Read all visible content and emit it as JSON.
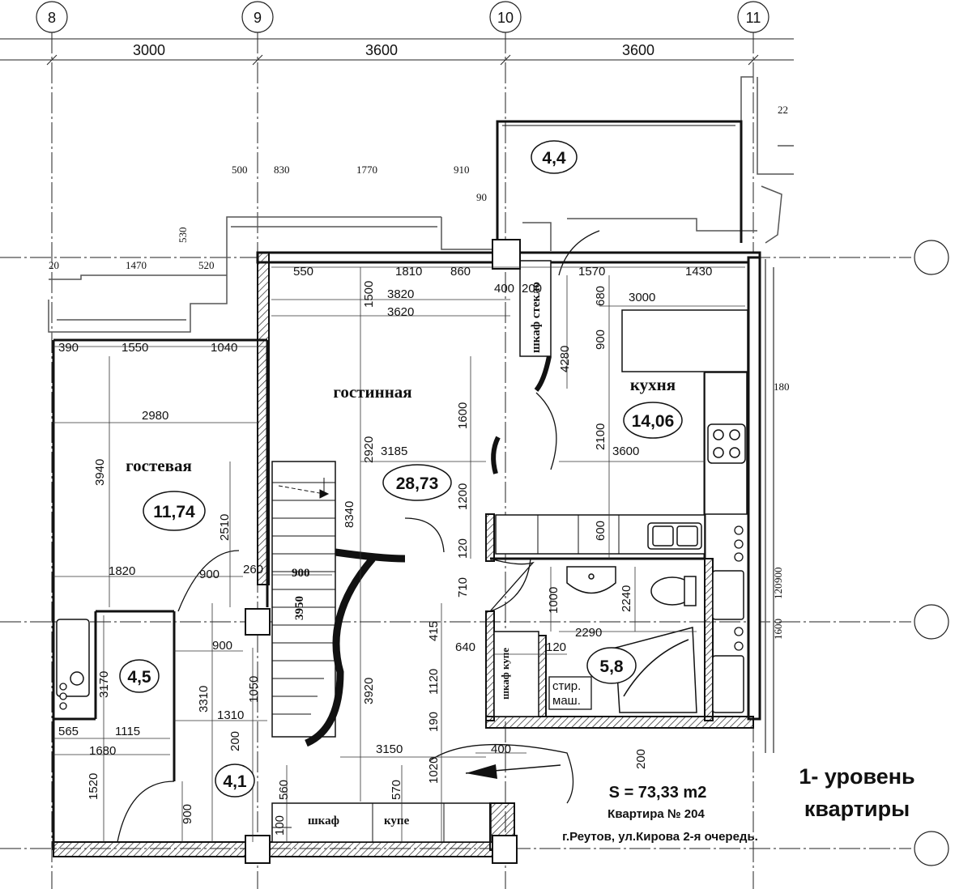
{
  "axes": {
    "vertical": [
      "8",
      "9",
      "10",
      "11"
    ],
    "horizontal": [
      "",
      "",
      ""
    ]
  },
  "top_dims": [
    "3000",
    "3600",
    "3600"
  ],
  "rooms": {
    "living": {
      "name": "гостинная",
      "area": "28,73"
    },
    "kitchen": {
      "name": "кухня",
      "area": "14,06"
    },
    "guest": {
      "name": "гостевая",
      "area": "11,74"
    },
    "balcony": {
      "area": "4,4"
    },
    "hall_small": {
      "area": "4,5"
    },
    "hall": {
      "area": "4,1"
    },
    "bath": {
      "area": "5,8"
    }
  },
  "furniture": {
    "wardrobe_top": "шкаф стекло",
    "wardrobe_mid": "шкаф купе",
    "wardrobe_bottom_1": "шкаф",
    "wardrobe_bottom_2": "купе",
    "washer_1": "стир.",
    "washer_2": "маш."
  },
  "dimensions": {
    "d500": "500",
    "d830": "830",
    "d1770": "1770",
    "d910": "910",
    "d90": "90",
    "d530": "530",
    "d20": "20",
    "d1470": "1470",
    "d520": "520",
    "d550": "550",
    "d1500": "1500",
    "d1810": "1810",
    "d860": "860",
    "d400a": "400",
    "d200a": "200",
    "d1570": "1570",
    "d1430": "1430",
    "d3820": "3820",
    "d3620": "3620",
    "d680": "680",
    "d3000": "3000",
    "d4280": "4280",
    "d900a": "900",
    "d390": "390",
    "d1550": "1550",
    "d1040": "1040",
    "d2980": "2980",
    "d1600": "1600",
    "d2100": "2100",
    "d3940": "3940",
    "d2920": "2920",
    "d3185": "3185",
    "d3600": "3600",
    "d2510": "2510",
    "d8340": "8340",
    "d1200": "1200",
    "d600": "600",
    "d120a": "120",
    "d1820": "1820",
    "d900b": "900",
    "d260": "260",
    "d900c": "900",
    "d710": "710",
    "d1000": "1000",
    "d2240": "2240",
    "d3950": "3950",
    "d415": "415",
    "d2290": "2290",
    "d900d": "900",
    "d640": "640",
    "d120b": "120",
    "d3170": "3170",
    "d1050": "1050",
    "d3310": "3310",
    "d1120": "1120",
    "d1310": "1310",
    "d3920": "3920",
    "d565": "565",
    "d1115": "1115",
    "d190": "190",
    "d1680": "1680",
    "d200b": "200",
    "d3150": "3150",
    "d400b": "400",
    "d200c": "200",
    "d1520": "1520",
    "d560": "560",
    "d570": "570",
    "d1020": "1020",
    "d900e": "900",
    "d100": "100",
    "r22": "22",
    "r180": "180",
    "r900": "900",
    "r120": "120",
    "r1600": "1600"
  },
  "info": {
    "area_total": "S = 73,33 m2",
    "apartment": "Квартира № 204",
    "address": "г.Реутов, ул.Кирова 2-я очередь.",
    "level_line1": "1- уровень",
    "level_line2": "квартиры"
  }
}
